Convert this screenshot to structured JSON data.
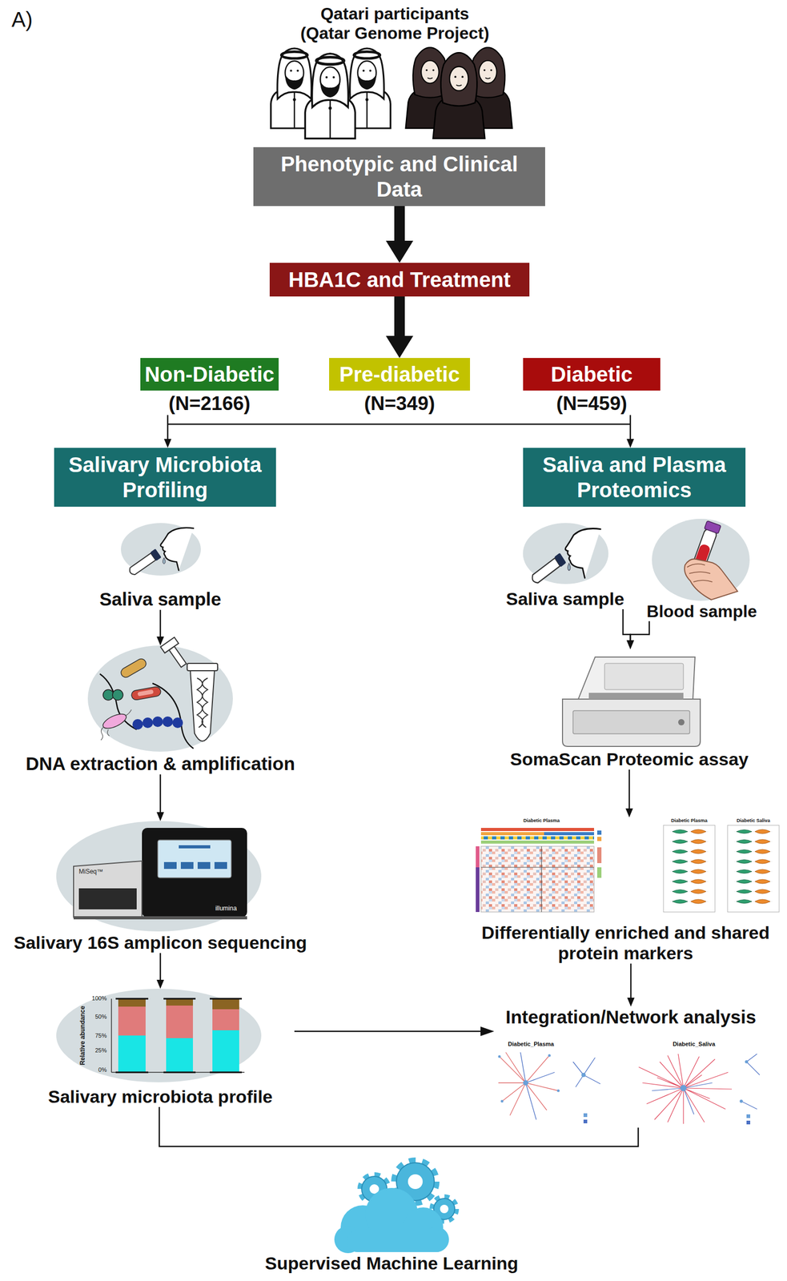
{
  "diagram": {
    "nodes": [
      {
        "text": [
          "Phenotypic and Clinical Data"
        ]
      },
      {
        "text": [
          "HBA1C and Treatment"
        ]
      },
      {
        "text": [
          "Non-Diabetic",
          "(N=2166)"
        ]
      },
      {
        "text": [
          "Pre-diabetic",
          "(N=349)"
        ]
      },
      {
        "text": [
          "Diabetic",
          "(N=459)"
        ]
      },
      {
        "text": [
          "Salivary Microbiota Profiling"
        ]
      },
      {
        "text": [
          "Saliva and Plasma Proteomics"
        ]
      },
      {
        "text": [
          "Saliva sample"
        ]
      },
      {
        "text": [
          "DNA extraction & amplification"
        ]
      },
      {
        "text": [
          "Salivary 16S amplicon sequencing"
        ]
      },
      {
        "text": [
          "Salivary microbiota profile"
        ]
      },
      {
        "text": [
          "Saliva sample"
        ]
      },
      {
        "text": [
          "Blood sample"
        ]
      },
      {
        "text": [
          "SomaScan Proteomic assay"
        ]
      },
      {
        "text": [
          "Differentially enriched and shared protein markers"
        ]
      },
      {
        "text": [
          "Integration/Network analysis"
        ]
      },
      {
        "text": [
          "Supervised Machine Learning"
        ]
      }
    ],
    "edges": [
      {
        "from": 0,
        "to": 1,
        "arrow": "to"
      },
      {
        "from": 1,
        "to": 3,
        "arrow": "to"
      },
      {
        "from": 2,
        "to": 5,
        "arrow": "to"
      },
      {
        "from": 4,
        "to": 6,
        "arrow": "to"
      },
      {
        "from": 7,
        "to": 8,
        "arrow": "to"
      },
      {
        "from": 8,
        "to": 9,
        "arrow": "to"
      },
      {
        "from": 9,
        "to": 10,
        "arrow": "to"
      },
      {
        "from": 11,
        "to": 13,
        "arrow": "to"
      },
      {
        "from": 12,
        "to": 13,
        "arrow": "to"
      },
      {
        "from": 13,
        "to": 14,
        "arrow": "to"
      },
      {
        "from": 14,
        "to": 15,
        "arrow": "to"
      },
      {
        "from": 10,
        "to": 15,
        "arrow": "to"
      },
      {
        "from": 10,
        "to": 15,
        "arrow": "none"
      }
    ],
    "labels": [
      "A)",
      "Qatari participants (Qatar Genome Project)",
      "MiSeq™",
      "illumina",
      "100%",
      "50%",
      "75%",
      "25%",
      "0%",
      "Relative abundance",
      "Diabetic Plasma",
      "Diabetic Plasma",
      "Diabetic Saliva",
      "Diabetic_Plasma",
      "Diabetic_Saliva"
    ]
  }
}
